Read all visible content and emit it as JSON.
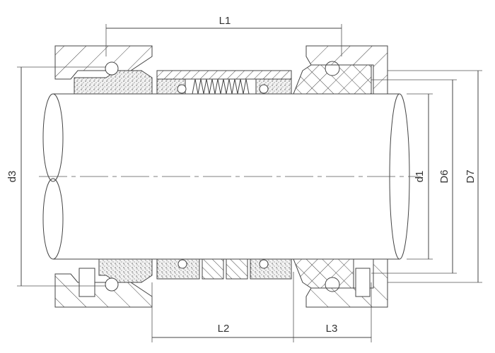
{
  "diagram": {
    "title": "Mechanical seal dimension drawing",
    "dimensions": {
      "l1": "L1",
      "l2": "L2",
      "l3": "L3",
      "d3": "d3",
      "d1": "d1",
      "d6": "D6",
      "d7": "D7"
    },
    "colors": {
      "line": "#444444",
      "background": "#ffffff"
    }
  }
}
